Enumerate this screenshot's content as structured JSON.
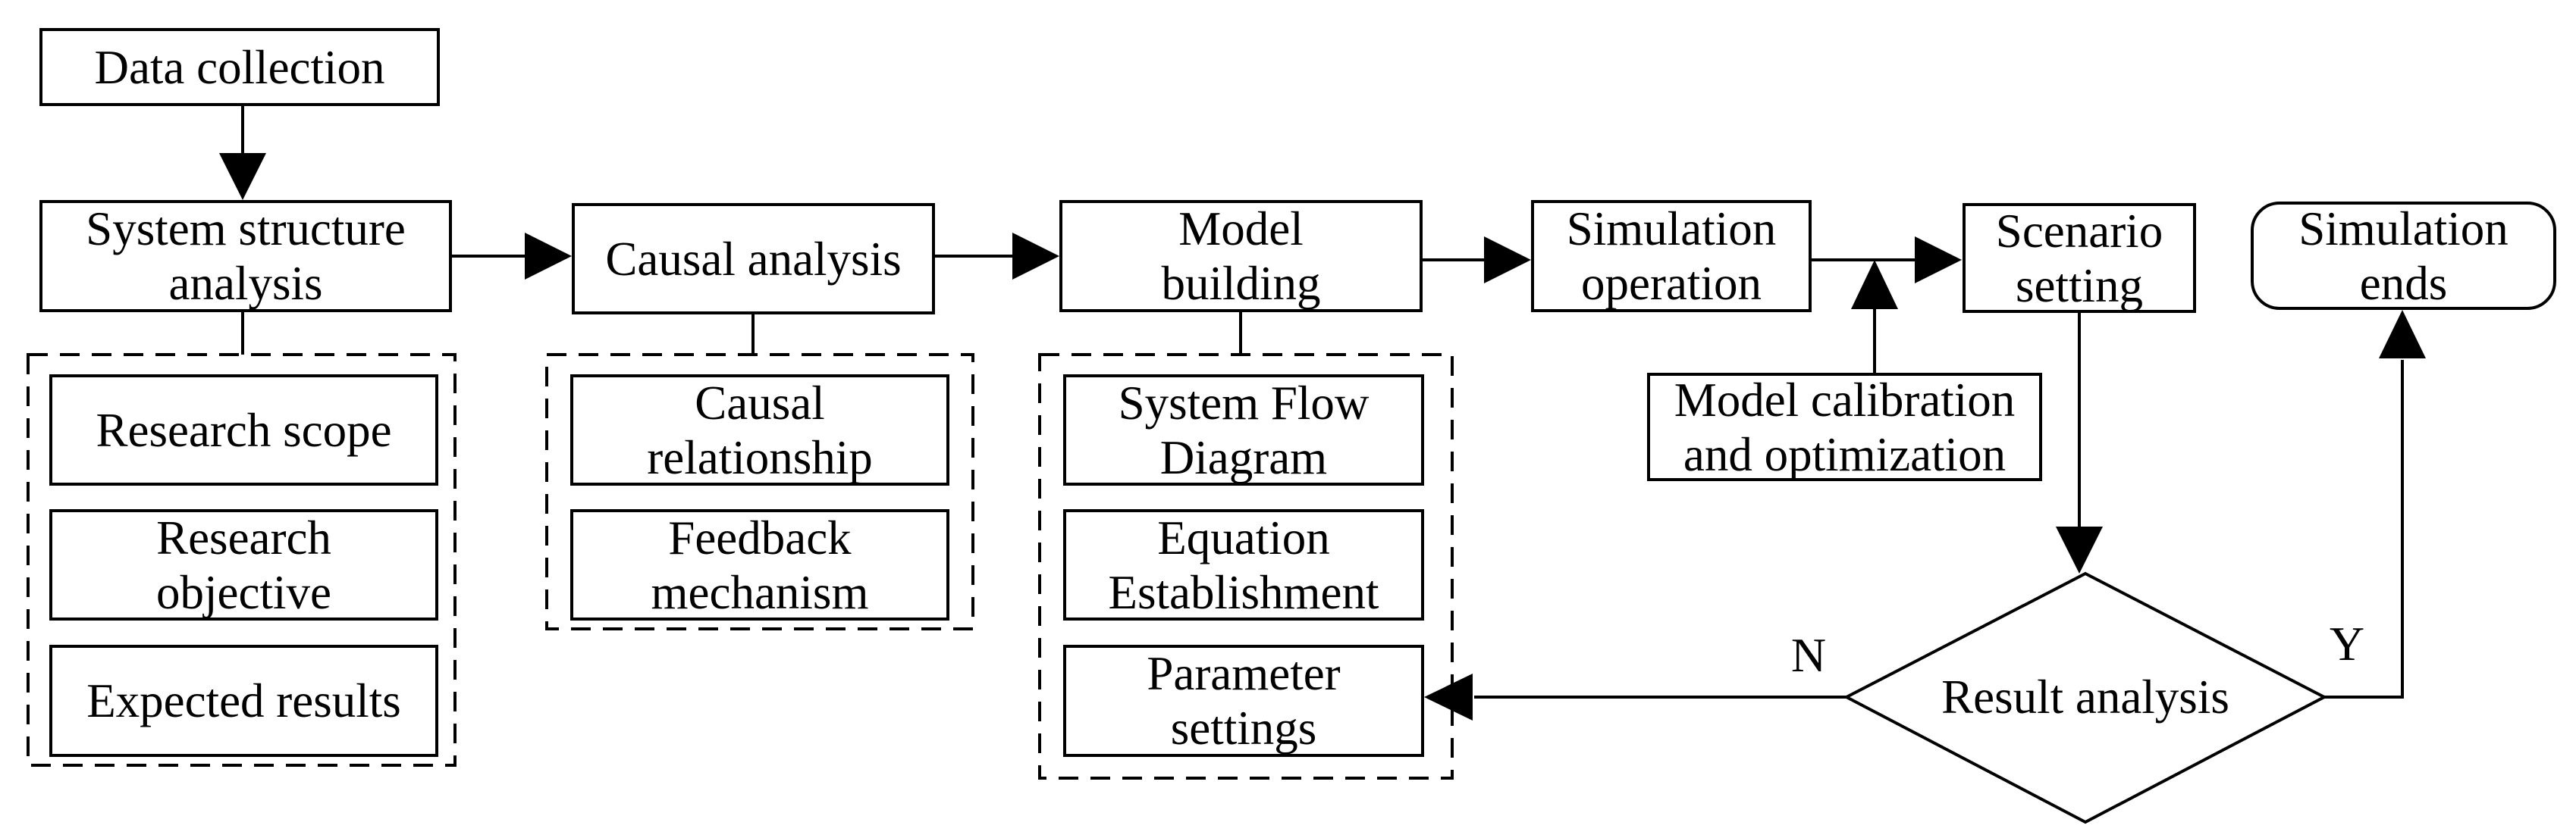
{
  "figure": {
    "background": "#ffffff",
    "line_color": "#000000",
    "text_color": "#000000"
  },
  "nodes": {
    "data_collection": {
      "lines": [
        "Data collection"
      ]
    },
    "system_structure": {
      "lines": [
        "System structure",
        "analysis"
      ]
    },
    "research_scope": {
      "lines": [
        "Research scope"
      ]
    },
    "research_objective": {
      "lines": [
        "Research",
        "objective"
      ]
    },
    "expected_results": {
      "lines": [
        "Expected results"
      ]
    },
    "causal_analysis": {
      "lines": [
        "Causal analysis"
      ]
    },
    "causal_relationship": {
      "lines": [
        "Causal",
        "relationship"
      ]
    },
    "feedback_mechanism": {
      "lines": [
        "Feedback",
        "mechanism"
      ]
    },
    "model_building": {
      "lines": [
        "Model",
        "building"
      ]
    },
    "system_flow_diagram": {
      "lines": [
        "System Flow",
        "Diagram"
      ]
    },
    "equation_establishment": {
      "lines": [
        "Equation",
        "Establishment"
      ]
    },
    "parameter_settings": {
      "lines": [
        "Parameter",
        "settings"
      ]
    },
    "simulation_operation": {
      "lines": [
        "Simulation",
        "operation"
      ]
    },
    "model_calibration": {
      "lines": [
        "Model calibration",
        "and optimization"
      ]
    },
    "scenario_setting": {
      "lines": [
        "Scenario",
        "setting"
      ]
    },
    "simulation_ends": {
      "lines": [
        "Simulation",
        "ends"
      ]
    },
    "result_analysis": {
      "lines": [
        "Result analysis"
      ]
    }
  },
  "branch_labels": {
    "no": "N",
    "yes": "Y"
  }
}
